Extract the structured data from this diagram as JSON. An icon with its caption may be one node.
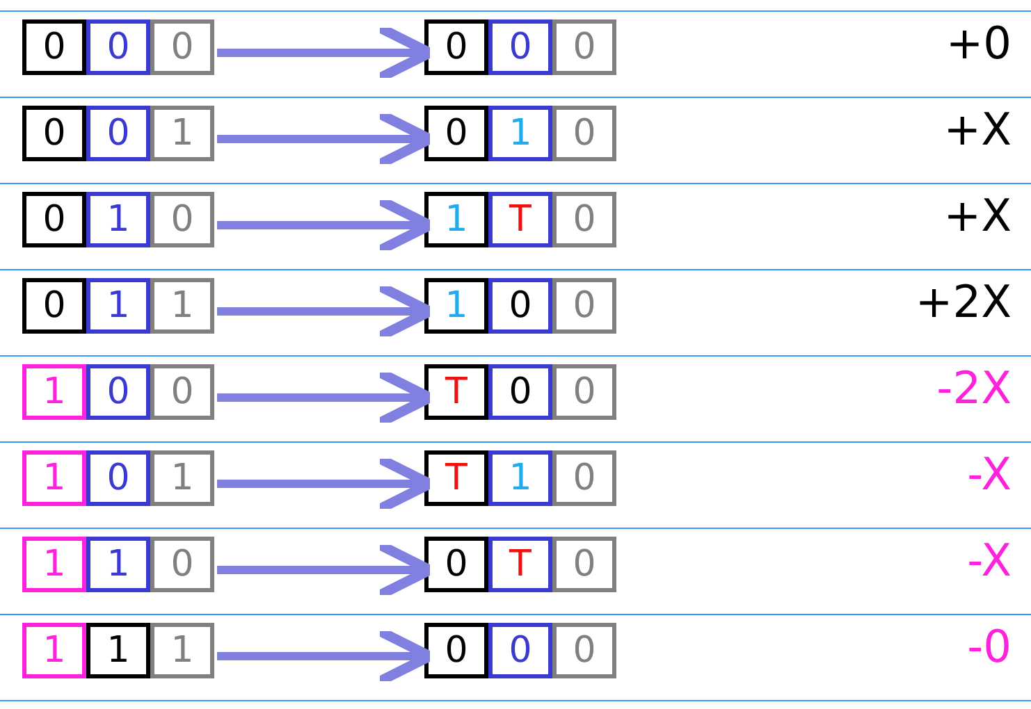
{
  "diagram": {
    "nodes": [
      {
        "text": [
          "0"
        ]
      },
      {
        "text": [
          "0"
        ]
      },
      {
        "text": [
          "0"
        ]
      },
      {
        "text": [
          "0"
        ]
      },
      {
        "text": [
          "0"
        ]
      },
      {
        "text": [
          "0"
        ]
      },
      {
        "text": [
          "0"
        ]
      },
      {
        "text": [
          "0"
        ]
      },
      {
        "text": [
          "1"
        ]
      },
      {
        "text": [
          "0"
        ]
      },
      {
        "text": [
          "1"
        ]
      },
      {
        "text": [
          "0"
        ]
      },
      {
        "text": [
          "0"
        ]
      },
      {
        "text": [
          "1"
        ]
      },
      {
        "text": [
          "0"
        ]
      },
      {
        "text": [
          "1"
        ]
      },
      {
        "text": [
          "T"
        ]
      },
      {
        "text": [
          "0"
        ]
      },
      {
        "text": [
          "0"
        ]
      },
      {
        "text": [
          "1"
        ]
      },
      {
        "text": [
          "1"
        ]
      },
      {
        "text": [
          "1"
        ]
      },
      {
        "text": [
          "0"
        ]
      },
      {
        "text": [
          "0"
        ]
      },
      {
        "text": [
          "1"
        ]
      },
      {
        "text": [
          "0"
        ]
      },
      {
        "text": [
          "0"
        ]
      },
      {
        "text": [
          "T"
        ]
      },
      {
        "text": [
          "0"
        ]
      },
      {
        "text": [
          "0"
        ]
      },
      {
        "text": [
          "1"
        ]
      },
      {
        "text": [
          "0"
        ]
      },
      {
        "text": [
          "1"
        ]
      },
      {
        "text": [
          "T"
        ]
      },
      {
        "text": [
          "1"
        ]
      },
      {
        "text": [
          "0"
        ]
      },
      {
        "text": [
          "1"
        ]
      },
      {
        "text": [
          "1"
        ]
      },
      {
        "text": [
          "0"
        ]
      },
      {
        "text": [
          "0"
        ]
      },
      {
        "text": [
          "T"
        ]
      },
      {
        "text": [
          "0"
        ]
      },
      {
        "text": [
          "1"
        ]
      },
      {
        "text": [
          "1"
        ]
      },
      {
        "text": [
          "1"
        ]
      },
      {
        "text": [
          "0"
        ]
      },
      {
        "text": [
          "0"
        ]
      },
      {
        "text": [
          "0"
        ]
      }
    ],
    "edges": [
      {
        "from": 2,
        "to": 3,
        "arrow": "to"
      },
      {
        "from": 8,
        "to": 9,
        "arrow": "to"
      },
      {
        "from": 14,
        "to": 15,
        "arrow": "to"
      },
      {
        "from": 20,
        "to": 21,
        "arrow": "to"
      },
      {
        "from": 26,
        "to": 27,
        "arrow": "to"
      },
      {
        "from": 32,
        "to": 33,
        "arrow": "to"
      },
      {
        "from": 38,
        "to": 39,
        "arrow": "to"
      },
      {
        "from": 44,
        "to": 45,
        "arrow": "to"
      }
    ],
    "labels": [
      "+0",
      "+X",
      "+X",
      "+2X",
      "-2X",
      "-X",
      "-X",
      "-0"
    ]
  }
}
